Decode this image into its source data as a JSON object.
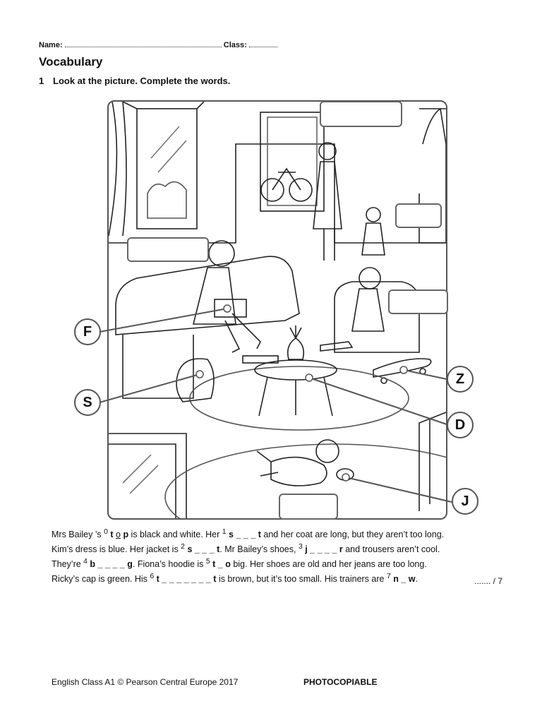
{
  "header": {
    "name_label": "Name:",
    "class_label": "Class:"
  },
  "title": "Vocabulary",
  "exercise": {
    "number": "1",
    "instruction": "Look at the picture. Complete the words."
  },
  "picture": {
    "letters": [
      "F",
      "S",
      "Z",
      "D",
      "J"
    ]
  },
  "text": {
    "line1": {
      "a": "Mrs Bailey ’s ",
      "sup0": "0",
      "ans0_t": " t",
      "ans0_o": "o",
      "ans0_p": " p",
      "b": " is black and white. Her ",
      "sup1": "1",
      "ans1": " s _ _ _ t",
      "c": " and her coat are long, but they aren’t too long."
    },
    "line2": {
      "a": "Kim’s dress is blue. Her jacket is ",
      "sup2": "2",
      "ans2": " s _ _ _ t",
      "b": ". Mr Bailey’s shoes, ",
      "sup3": "3",
      "ans3": " j _ _ _ _ r",
      "c": " and trousers aren’t cool."
    },
    "line3": {
      "a": "They’re ",
      "sup4": "4",
      "ans4": " b _ _ _ _ g",
      "b": ". Fiona’s hoodie is ",
      "sup5": "5",
      "ans5": " t _ o",
      "c": " big. Her shoes are old and her jeans are too long."
    },
    "line4": {
      "a": "Ricky’s cap is green. His ",
      "sup6": "6",
      "ans6": " t _ _ _ _ _ _ _ t",
      "b": " is brown, but it’s too small. His trainers are ",
      "sup7": "7",
      "ans7": " n _ w",
      "c": "."
    }
  },
  "score": "....... / 7",
  "footer": {
    "left": "English Class A1 © Pearson Central Europe 2017",
    "right": "PHOTOCOPIABLE"
  }
}
